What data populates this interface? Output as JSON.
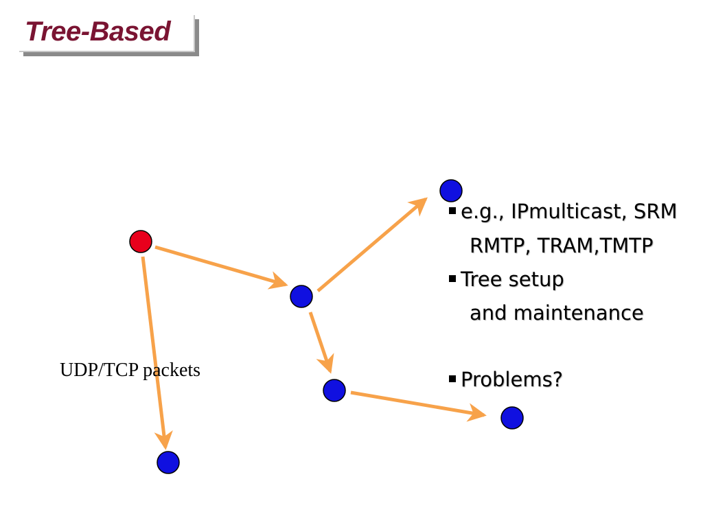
{
  "slide": {
    "title": "Tree-Based",
    "title_color": "#7a1432"
  },
  "diagram": {
    "edge_label": "UDP/TCP packets",
    "colors": {
      "arrow": "#f7a24a",
      "root_node": "#e8001c",
      "node": "#1010e0",
      "node_outline": "#000000"
    },
    "nodes": [
      {
        "id": "root",
        "kind": "root"
      },
      {
        "id": "middle",
        "kind": "node"
      },
      {
        "id": "top-right",
        "kind": "node"
      },
      {
        "id": "lower-middle",
        "kind": "node"
      },
      {
        "id": "lower-right",
        "kind": "node"
      },
      {
        "id": "bottom-left",
        "kind": "node"
      }
    ],
    "edges": [
      {
        "from": "root",
        "to": "middle"
      },
      {
        "from": "middle",
        "to": "top-right"
      },
      {
        "from": "middle",
        "to": "lower-middle"
      },
      {
        "from": "lower-middle",
        "to": "lower-right"
      },
      {
        "from": "root",
        "to": "bottom-left"
      }
    ]
  },
  "bullets": [
    {
      "line1": "e.g., IPmulticast, SRM",
      "line2": "RMTP, TRAM,TMTP"
    },
    {
      "line1": "Tree setup",
      "line2": "and maintenance"
    },
    {
      "line1": "Problems?",
      "line2": ""
    }
  ]
}
